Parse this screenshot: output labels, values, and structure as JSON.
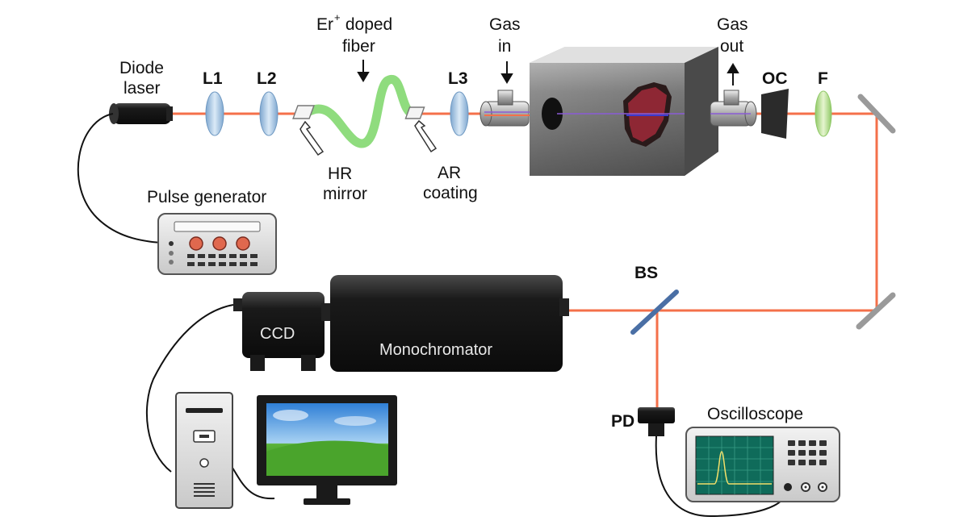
{
  "labels": {
    "diode_laser": [
      "Diode",
      "laser"
    ],
    "l1": "L1",
    "l2": "L2",
    "l3": "L3",
    "fiber": [
      "Er",
      "+",
      " doped",
      "fiber"
    ],
    "gas_in": [
      "Gas",
      "in"
    ],
    "gas_out": [
      "Gas",
      "out"
    ],
    "oc": "OC",
    "f": "F",
    "hr_mirror": [
      "HR",
      "mirror"
    ],
    "ar_coating": [
      "AR",
      "coating"
    ],
    "pulse_generator": "Pulse generator",
    "bs": "BS",
    "ccd": "CCD",
    "monochromator": "Monochromator",
    "pd": "PD",
    "oscilloscope": "Oscilloscope"
  },
  "colors": {
    "beam": "#f4704a",
    "fiber": "#8fdc7e",
    "lens": "#a9c9e6",
    "filter": "#bde39a",
    "dark_body": "#1b1b1b",
    "screen": "#0f6b5a",
    "trace": "#f2e06a"
  },
  "icons": [
    "monitor-icon",
    "computer-tower-icon"
  ]
}
